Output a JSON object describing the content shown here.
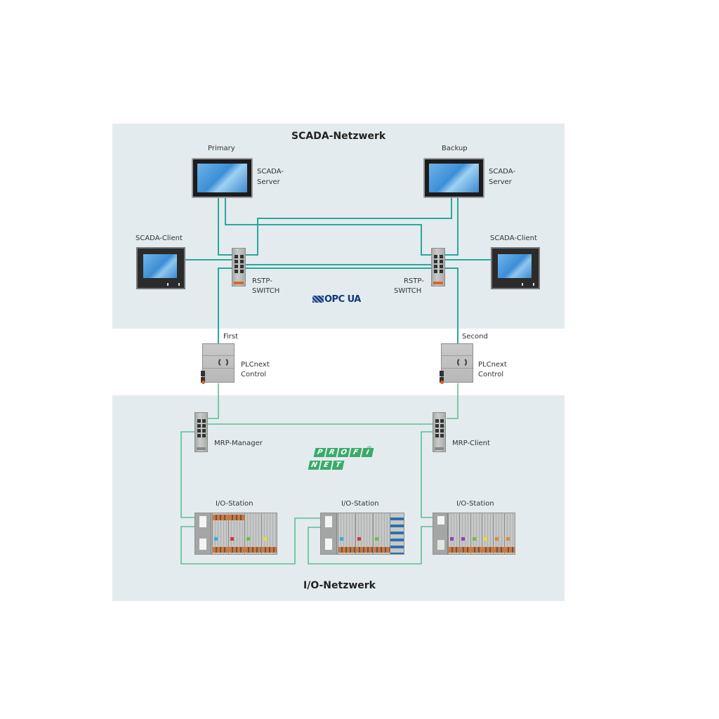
{
  "diagram": {
    "scada_zone": {
      "title": "SCADA-Netzwerk"
    },
    "io_zone": {
      "title": "I/O-Netzwerk"
    },
    "scada_servers": [
      {
        "role": "Primary",
        "label_line1": "SCADA-",
        "label_line2": "Server"
      },
      {
        "role": "Backup",
        "label_line1": "SCADA-",
        "label_line2": "Server"
      }
    ],
    "scada_clients": [
      {
        "label": "SCADA-Client"
      },
      {
        "label": "SCADA-Client"
      }
    ],
    "rstp_switches": [
      {
        "label_line1": "RSTP-",
        "label_line2": "SWITCH"
      },
      {
        "label_line1": "RSTP-",
        "label_line2": "SWITCH"
      }
    ],
    "opc_logo": {
      "text": "OPC UA"
    },
    "controllers": [
      {
        "role": "First",
        "label_line1": "PLCnext",
        "label_line2": "Control"
      },
      {
        "role": "Second",
        "label_line1": "PLCnext",
        "label_line2": "Control"
      }
    ],
    "mrp_switches": [
      {
        "label": "MRP-Manager"
      },
      {
        "label": "MRP-Client"
      }
    ],
    "profinet_logo": {
      "line1": [
        "P",
        "R",
        "O",
        "F",
        "I"
      ],
      "line2": [
        "N",
        "E",
        "T"
      ],
      "mark": "®"
    },
    "io_stations": [
      {
        "label": "I/O-Station"
      },
      {
        "label": "I/O-Station"
      },
      {
        "label": "I/O-Station"
      }
    ],
    "colors": {
      "scada_wire": "#2aa79b",
      "io_wire": "#5cc08f",
      "zone_bg": "#e3ebee",
      "profinet_green": "#3aaa6a",
      "opc_blue": "#15357a"
    }
  }
}
